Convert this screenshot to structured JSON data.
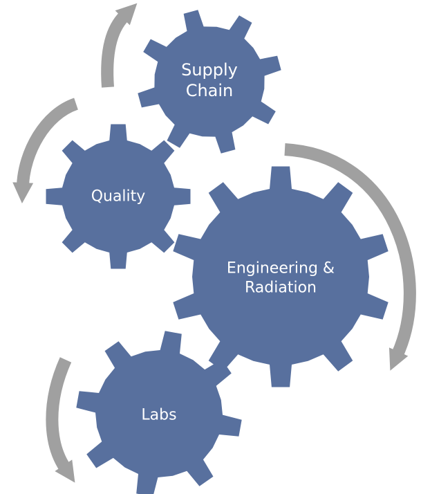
{
  "colors": {
    "gear_fill": "#58709e",
    "arrow_fill": "#a0a0a0",
    "text": "#ffffff",
    "background": "#ffffff"
  },
  "gears": {
    "supply_chain": {
      "line1": "Supply",
      "line2": "Chain"
    },
    "quality": {
      "label": "Quality"
    },
    "engineering": {
      "line1": "Engineering &",
      "line2": "Radiation"
    },
    "labs": {
      "label": "Labs"
    }
  }
}
